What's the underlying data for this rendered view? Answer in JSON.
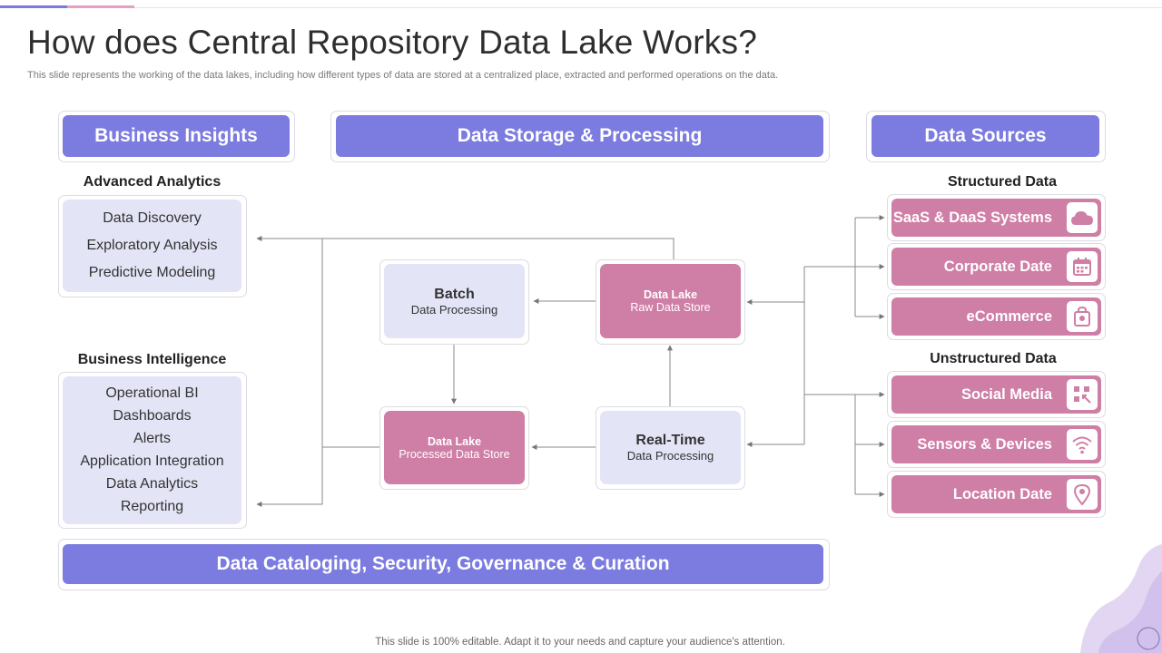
{
  "title": "How does Central Repository Data Lake Works?",
  "subtitle": "This slide represents the working of the data lakes, including how different types of data are stored at a centralized place, extracted and performed operations on the data.",
  "footer": "This slide is 100% editable. Adapt it to your needs and capture your audience's attention.",
  "headers": {
    "business_insights": "Business Insights",
    "storage_processing": "Data Storage & Processing",
    "data_sources": "Data Sources",
    "bottom": "Data Cataloging, Security, Governance & Curation"
  },
  "insights": {
    "advanced_label": "Advanced Analytics",
    "advanced_items": [
      "Data Discovery",
      "Exploratory Analysis",
      "Predictive Modeling"
    ],
    "bi_label": "Business Intelligence",
    "bi_items": [
      "Operational BI",
      "Dashboards",
      "Alerts",
      "Application Integration",
      "Data Analytics",
      "Reporting"
    ]
  },
  "processing": {
    "batch": {
      "title": "Batch",
      "sub": "Data Processing"
    },
    "raw": {
      "title": "Data Lake",
      "sub": "Raw Data Store"
    },
    "processed": {
      "title": "Data Lake",
      "sub": "Processed Data Store"
    },
    "realtime": {
      "title": "Real-Time",
      "sub": "Data Processing"
    }
  },
  "sources": {
    "structured_label": "Structured Data",
    "unstructured_label": "Unstructured Data",
    "structured": [
      {
        "label": "SaaS & DaaS Systems",
        "icon": "cloud-icon"
      },
      {
        "label": "Corporate Date",
        "icon": "calendar-icon"
      },
      {
        "label": "eCommerce",
        "icon": "shopping-bag-icon"
      }
    ],
    "unstructured": [
      {
        "label": "Social Media",
        "icon": "social-network-icon"
      },
      {
        "label": "Sensors & Devices",
        "icon": "wifi-signal-icon"
      },
      {
        "label": "Location Date",
        "icon": "location-pin-icon"
      }
    ]
  },
  "colors": {
    "header": "#7b7be0",
    "pink": "#cf7ea6",
    "light": "#e4e4f7"
  }
}
